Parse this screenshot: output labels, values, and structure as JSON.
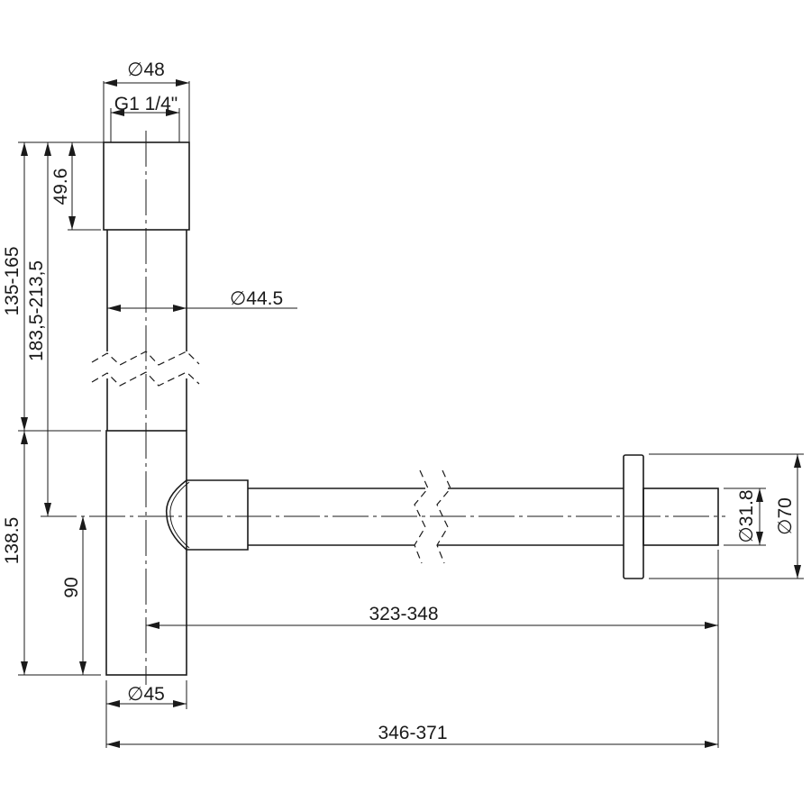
{
  "drawing": {
    "subject": "bottle trap technical drawing",
    "colors": {
      "line": "#1a1a1a",
      "background": "#ffffff"
    },
    "dimensions": {
      "top_outer_diameter": "∅48",
      "thread": "G1 1/4\"",
      "cap_height": "49.6",
      "upper_range": "135-165",
      "upper_total_range": "183,5-213,5",
      "upper_tube_diameter": "∅44.5",
      "lower_height": "138.5",
      "outlet_height": "90",
      "body_diameter": "∅45",
      "outlet_length": "323-348",
      "total_length": "346-371",
      "wall_pipe_diameter": "∅31.8",
      "flange_diameter": "∅70"
    }
  }
}
